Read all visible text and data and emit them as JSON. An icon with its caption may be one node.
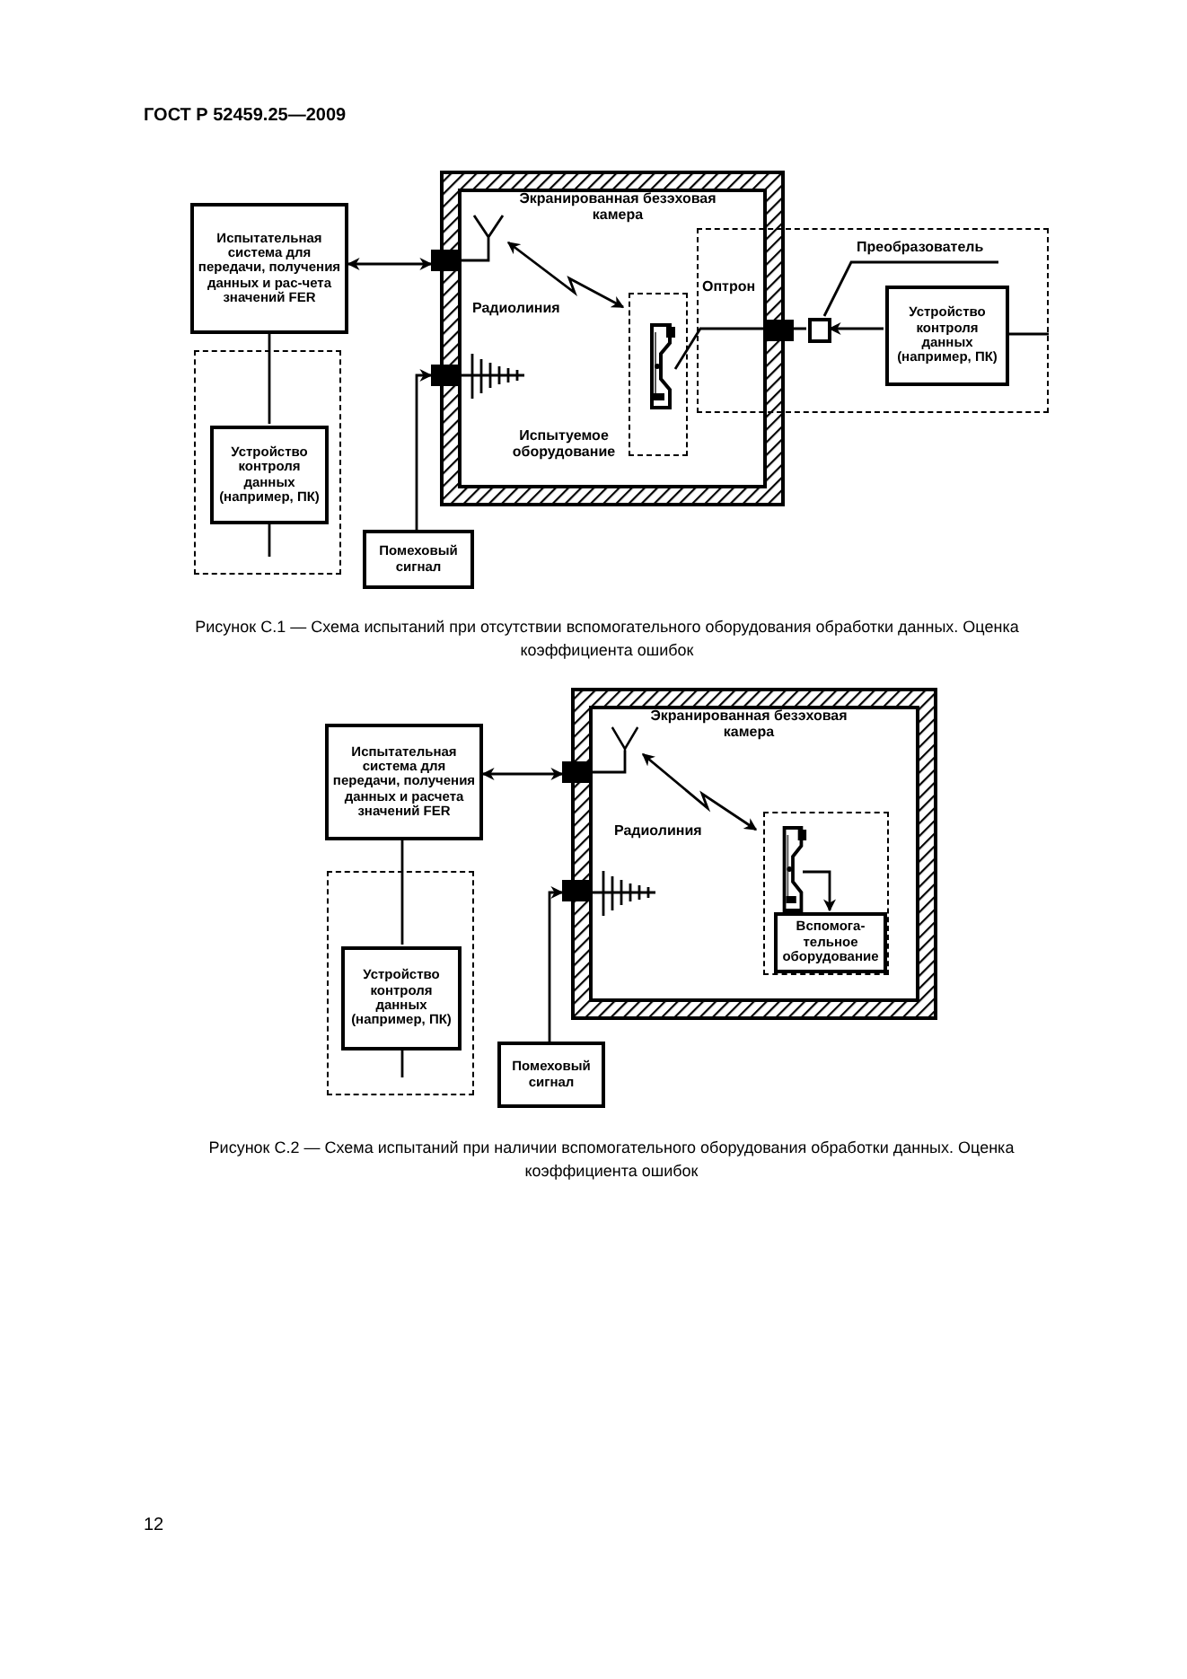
{
  "diagram": {
    "title": "ГОСТ Р 52459.25—2009",
    "nodes": [
      {
        "text": [
          "Испытательная система для передачи, получения данных и рас-чета значений FER"
        ]
      },
      {
        "text": [],
        "shape": "box"
      },
      {
        "text": [
          "Устройство контроля данных (например, ПК)"
        ],
        "in": 1
      },
      {
        "text": [
          "Помеховый сигнал"
        ]
      },
      {
        "text": [
          "Экранированная безэховая камера"
        ]
      },
      {
        "text": [],
        "shape": "box",
        "in": 4
      },
      {
        "text": [],
        "shape": "picture",
        "in": 5
      },
      {
        "text": [
          "Оптрон"
        ]
      },
      {
        "text": [
          "Преобразователь"
        ],
        "in": 7
      },
      {
        "text": [],
        "shape": "box",
        "in": 7
      },
      {
        "text": [
          "Устройство контроля данных (например, ПК)"
        ],
        "in": 7
      },
      {
        "text": [
          "Испытательная система для передачи, получения данных и расчета значений FER"
        ]
      },
      {
        "text": [],
        "shape": "box"
      },
      {
        "text": [
          "Устройство контроля данных (например, ПК)"
        ],
        "in": 12
      },
      {
        "text": [
          "Помеховый сигнал"
        ]
      },
      {
        "text": [
          "Экранированная безэховая камера"
        ]
      },
      {
        "text": [],
        "shape": "box",
        "in": 15
      },
      {
        "text": [],
        "shape": "picture",
        "in": 16
      },
      {
        "text": [
          "Вспомога-тельное оборудование"
        ],
        "in": 16
      },
      {
        "text": [],
        "shape": "antenna",
        "in": 4
      },
      {
        "text": [],
        "shape": "antenna",
        "in": 15
      }
    ],
    "edges": [
      {
        "from": 0,
        "to": 4,
        "arrow": "both"
      },
      {
        "from": 0,
        "to": 2,
        "arrow": "none"
      },
      {
        "from": 3,
        "to": 4,
        "arrow": "to"
      },
      {
        "from": 6,
        "to": 9,
        "arrow": "none"
      },
      {
        "from": 10,
        "to": 9,
        "arrow": "to"
      },
      {
        "from": 8,
        "to": 9,
        "arrow": "none"
      },
      {
        "from": 11,
        "to": 15,
        "arrow": "both"
      },
      {
        "from": 11,
        "to": 13,
        "arrow": "none"
      },
      {
        "from": 14,
        "to": 15,
        "arrow": "to"
      },
      {
        "from": 17,
        "to": 18,
        "arrow": "to"
      },
      {
        "from": 19,
        "to": 5,
        "arrow": "both",
        "label": "Радиолиния"
      },
      {
        "from": 20,
        "to": 16,
        "arrow": "both",
        "label": "Радиолиния"
      }
    ],
    "labels": [
      "Испытуемое оборудование",
      "Рисунок С.1 — Схема испытаний при отсутствии вспомогательного оборудования обработки данных. Оценка коэффициента ошибок",
      "Рисунок С.2 — Схема испытаний при наличии вспомогательного оборудования обработки данных. Оценка коэффициента ошибок",
      "12"
    ]
  }
}
